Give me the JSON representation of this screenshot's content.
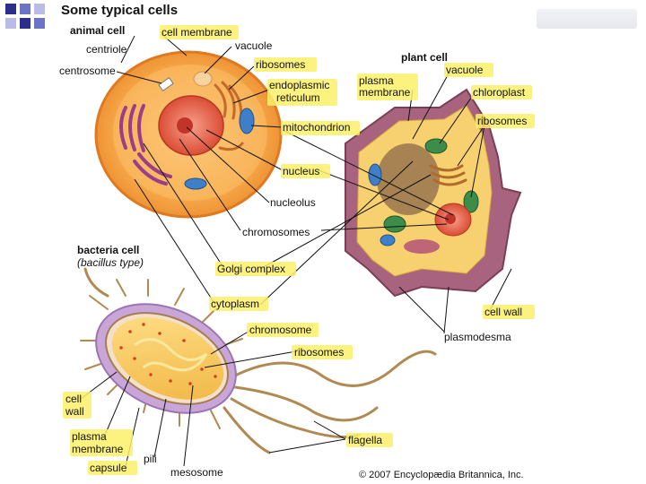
{
  "title": "Some typical cells",
  "sections": {
    "animal": "animal cell",
    "plant": "plant cell",
    "bacteria": "bacteria cell",
    "bacteria_sub": "(bacillus type)"
  },
  "labels": {
    "cell_membrane": "cell membrane",
    "centriole": "centriole",
    "vacuole_animal": "vacuole",
    "centrosome": "centrosome",
    "ribosomes_animal": "ribosomes",
    "endoplasmic_1": "endoplasmic",
    "endoplasmic_2": "reticulum",
    "mitochondrion": "mitochondrion",
    "nucleus": "nucleus",
    "nucleolus": "nucleolus",
    "chromosomes": "chromosomes",
    "golgi": "Golgi complex",
    "cytoplasm": "cytoplasm",
    "plasma_membrane_plant_1": "plasma",
    "plasma_membrane_plant_2": "membrane",
    "vacuole_plant": "vacuole",
    "chloroplast": "chloroplast",
    "ribosomes_plant": "ribosomes",
    "cell_wall_plant": "cell wall",
    "plasmodesma": "plasmodesma",
    "chromosome_bact": "chromosome",
    "ribosomes_bact": "ribosomes",
    "cell_wall_bact_1": "cell",
    "cell_wall_bact_2": "wall",
    "plasma_membrane_bact_1": "plasma",
    "plasma_membrane_bact_2": "membrane",
    "capsule": "capsule",
    "pili": "pili",
    "mesosome": "mesosome",
    "flagella": "flagella"
  },
  "copyright": "© 2007 Encyclopædia Britannica, Inc.",
  "colors": {
    "highlight": "#fbf06a",
    "animal_cytoplasm": "#f6a94a",
    "nucleus": "#e2543a",
    "golgi": "#9b3d8a",
    "mitochondrion": "#3d7fc8",
    "plant_wall": "#a8647e",
    "chloroplast": "#3c8c4a",
    "bacteria_body": "#f7c65a",
    "capsule": "#c9a6d8",
    "flagella": "#b08a52"
  },
  "icons": {
    "corner_mark": "blue-squares-icon"
  }
}
